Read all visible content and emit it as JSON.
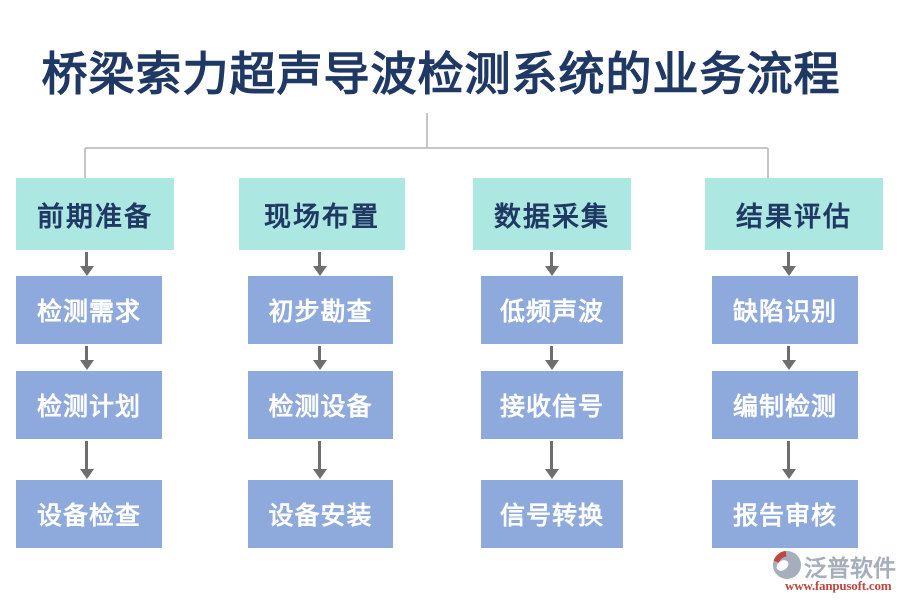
{
  "title": "桥梁索力超声导波检测系统的业务流程",
  "columns": [
    {
      "header": "前期准备",
      "items": [
        "检测需求",
        "检测计划",
        "设备检查"
      ]
    },
    {
      "header": "现场布置",
      "items": [
        "初步勘查",
        "检测设备",
        "设备安装"
      ]
    },
    {
      "header": "数据采集",
      "items": [
        "低频声波",
        "接收信号",
        "信号转换"
      ]
    },
    {
      "header": "结果评估",
      "items": [
        "缺陷识别",
        "编制检测",
        "报告审核"
      ]
    }
  ],
  "footer": {
    "brand": "泛普软件",
    "url": "www.fanpusoft.com"
  },
  "colors": {
    "title_text": "#1f3864",
    "header_bg": "#ace8e1",
    "header_text": "#1f3864",
    "item_bg": "#8ea9dc",
    "item_text": "#ffffff",
    "connector": "#c6c6c6",
    "arrow": "#6e6e6e",
    "logo_gray": "#a6aebc",
    "logo_red": "#c0473f"
  }
}
